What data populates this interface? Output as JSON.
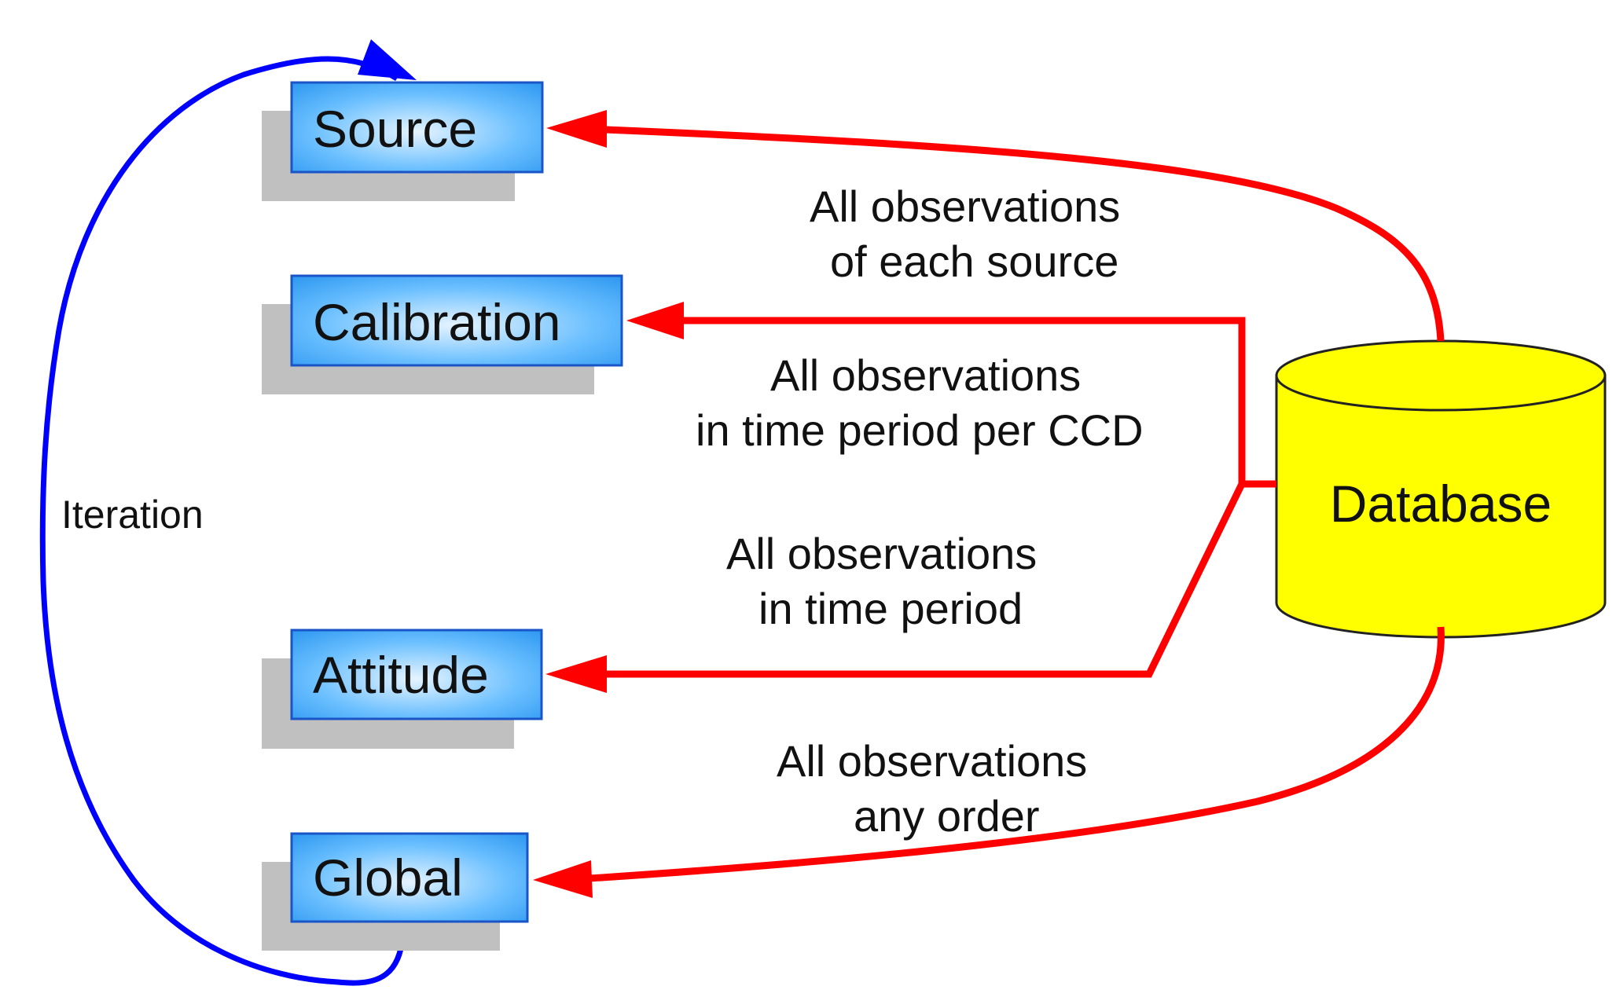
{
  "colors": {
    "box_fill_light": "#e6f4ff",
    "box_fill_dark": "#2a96f0",
    "box_border": "#1a55c8",
    "shadow": "#c0c0c0",
    "database_fill": "#ffff00",
    "database_border": "#222222",
    "flow_arrow": "#ff0000",
    "iteration_arrow": "#0000ff"
  },
  "boxes": {
    "source": "Source",
    "calibration": "Calibration",
    "attitude": "Attitude",
    "global": "Global"
  },
  "database": {
    "label": "Database"
  },
  "edges": {
    "source": {
      "line1": "All observations",
      "line2": "of each source"
    },
    "calibration": {
      "line1": "All observations",
      "line2": "in time period per CCD"
    },
    "attitude": {
      "line1": "All observations",
      "line2": "in time period"
    },
    "global": {
      "line1": "All observations",
      "line2": "any order"
    }
  },
  "iteration": {
    "label": "Iteration"
  }
}
